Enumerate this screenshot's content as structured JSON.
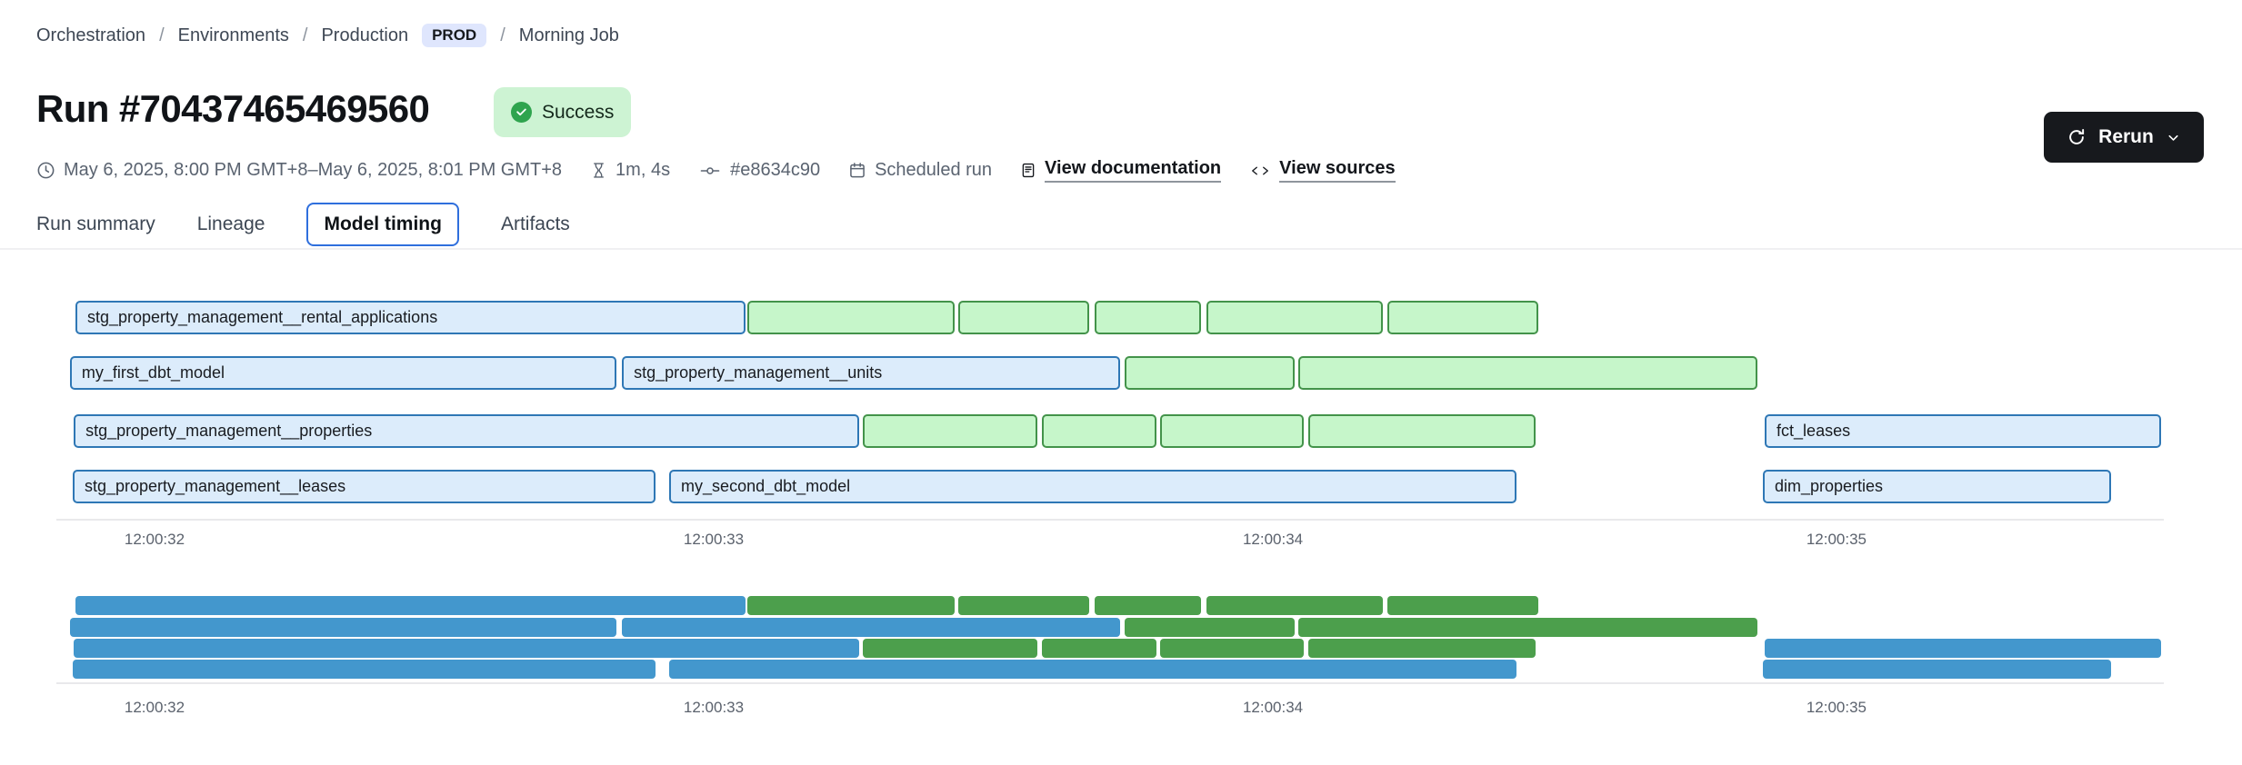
{
  "colors": {
    "accent": "#2f6fdd",
    "status-bg": "#cdf3d3",
    "status-icon": "#2fa44e",
    "env-badge-bg": "#dfe6fd",
    "btn-dark": "#17191d",
    "bar-blue-fill": "#dcecfb",
    "bar-blue-border": "#2e77b5",
    "bar-green-fill": "#c6f6ca",
    "bar-green-border": "#43934a",
    "mini-blue": "#4397cd",
    "mini-green": "#4c9f4c"
  },
  "breadcrumb": {
    "separator": "/",
    "items": [
      "Orchestration",
      "Environments",
      "Production",
      "Morning Job"
    ],
    "env_badge": "PROD"
  },
  "header": {
    "title": "Run #70437465469560",
    "status": "Success",
    "rerun_label": "Rerun"
  },
  "meta": {
    "time_range": "May 6, 2025, 8:00 PM GMT+8–May 6, 2025, 8:01 PM GMT+8",
    "duration": "1m, 4s",
    "commit": "#e8634c90",
    "trigger": "Scheduled run",
    "documentation_link": "View documentation",
    "sources_link": "View sources"
  },
  "tabs": [
    {
      "label": "Run summary",
      "active": false
    },
    {
      "label": "Lineage",
      "active": false
    },
    {
      "label": "Model timing",
      "active": true
    },
    {
      "label": "Artifacts",
      "active": false
    }
  ],
  "icons": [
    "clock-icon",
    "hourglass-icon",
    "commit-icon",
    "calendar-icon",
    "document-icon",
    "code-icon",
    "refresh-icon",
    "chevron-down-icon",
    "check-icon"
  ],
  "chart_data": {
    "type": "gantt",
    "title": "Model timing",
    "x_ticks": [
      {
        "label": "12:00:32",
        "pos": 4.74
      },
      {
        "label": "12:00:33",
        "pos": 31.25
      },
      {
        "label": "12:00:34",
        "pos": 57.76
      },
      {
        "label": "12:00:35",
        "pos": 84.48
      }
    ],
    "axis_repeated_below_minimap": true,
    "layout": {
      "main_row_tops": [
        13,
        74,
        138,
        199
      ],
      "main_row_height": 37,
      "mini_row_tops": [
        4,
        28,
        51,
        74
      ],
      "mini_row_height": 21
    },
    "rows": [
      {
        "bars": [
          {
            "label": "stg_property_management__rental_applications",
            "kind": "blue",
            "start": 0.99,
            "end": 32.76
          },
          {
            "label": "",
            "kind": "green",
            "start": 32.84,
            "end": 42.67
          },
          {
            "label": "",
            "kind": "green",
            "start": 42.84,
            "end": 49.05
          },
          {
            "label": "",
            "kind": "green",
            "start": 49.31,
            "end": 54.35
          },
          {
            "label": "",
            "kind": "green",
            "start": 54.61,
            "end": 62.97
          },
          {
            "label": "",
            "kind": "green",
            "start": 63.19,
            "end": 70.34
          }
        ]
      },
      {
        "bars": [
          {
            "label": "my_first_dbt_model",
            "kind": "blue",
            "start": 0.73,
            "end": 26.64
          },
          {
            "label": "stg_property_management__units",
            "kind": "blue",
            "start": 26.9,
            "end": 50.52
          },
          {
            "label": "",
            "kind": "green",
            "start": 50.73,
            "end": 58.79
          },
          {
            "label": "",
            "kind": "green",
            "start": 58.97,
            "end": 80.73
          }
        ]
      },
      {
        "bars": [
          {
            "label": "stg_property_management__properties",
            "kind": "blue",
            "start": 0.91,
            "end": 38.15
          },
          {
            "label": "",
            "kind": "green",
            "start": 38.32,
            "end": 46.59
          },
          {
            "label": "",
            "kind": "green",
            "start": 46.81,
            "end": 52.24
          },
          {
            "label": "",
            "kind": "green",
            "start": 52.41,
            "end": 59.22
          },
          {
            "label": "",
            "kind": "green",
            "start": 59.44,
            "end": 70.21
          },
          {
            "label": "fct_leases",
            "kind": "blue",
            "start": 81.08,
            "end": 99.87
          }
        ]
      },
      {
        "bars": [
          {
            "label": "stg_property_management__leases",
            "kind": "blue",
            "start": 0.86,
            "end": 28.49
          },
          {
            "label": "my_second_dbt_model",
            "kind": "blue",
            "start": 29.14,
            "end": 69.31
          },
          {
            "label": "dim_properties",
            "kind": "blue",
            "start": 80.99,
            "end": 97.5
          }
        ]
      }
    ]
  }
}
